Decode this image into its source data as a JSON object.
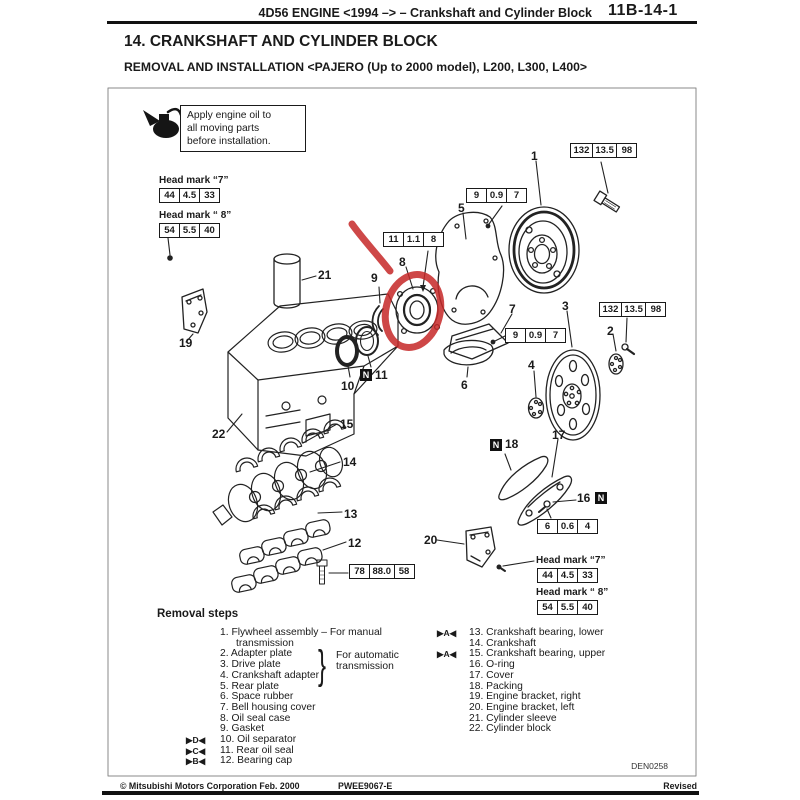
{
  "header": {
    "title": "4D56 ENGINE <1994 –> – Crankshaft and Cylinder Block",
    "page_code": "11B-14-1"
  },
  "titles": {
    "section": "14. CRANKSHAFT AND CYLINDER BLOCK",
    "subtitle": "REMOVAL AND INSTALLATION <PAJERO (Up to 2000 model), L200, L300, L400>"
  },
  "note": {
    "line1": "Apply engine oil to",
    "line2": "all moving parts",
    "line3": "before installation."
  },
  "head_marks": {
    "mark7_label": "Head mark “7”",
    "mark7": [
      "44",
      "4.5",
      "33"
    ],
    "mark8_label": "Head mark “ 8”",
    "mark8": [
      "54",
      "5.5",
      "40"
    ]
  },
  "torque": {
    "tq1": [
      "132",
      "13.5",
      "98"
    ],
    "tq2": [
      "9",
      "0.9",
      "7"
    ],
    "tq3": [
      "11",
      "1.1",
      "8"
    ],
    "tq4": [
      "132",
      "13.5",
      "98"
    ],
    "tq5": [
      "9",
      "0.9",
      "7"
    ],
    "tq6": [
      "6",
      "0.6",
      "4"
    ],
    "tq7": [
      "78",
      "88.0",
      "58"
    ]
  },
  "badge_n": "N",
  "callouts": {
    "p1": "1",
    "p2": "2",
    "p3": "3",
    "p4": "4",
    "p5": "5",
    "p6": "6",
    "p7": "7",
    "p8": "8",
    "p9": "9",
    "p10": "10",
    "p11": "11",
    "p12": "12",
    "p13": "13",
    "p14": "14",
    "p15": "15",
    "p16": "16",
    "p17": "17",
    "p18": "18",
    "p19": "19",
    "p20": "20",
    "p21": "21",
    "p22": "22"
  },
  "removal": {
    "heading": "Removal steps",
    "brace": "}",
    "auto_note1": "For automatic",
    "auto_note2": "transmission",
    "left": [
      {
        "m": "",
        "t": "1. Flywheel assembly – For manual"
      },
      {
        "m": "",
        "t": "transmission"
      },
      {
        "m": "",
        "t": "2. Adapter plate"
      },
      {
        "m": "",
        "t": "3. Drive plate"
      },
      {
        "m": "",
        "t": "4. Crankshaft adapter"
      },
      {
        "m": "",
        "t": "5. Rear plate"
      },
      {
        "m": "",
        "t": "6. Space rubber"
      },
      {
        "m": "",
        "t": "7. Bell housing cover"
      },
      {
        "m": "",
        "t": "8. Oil seal case"
      },
      {
        "m": "",
        "t": "9. Gasket"
      },
      {
        "m": "▶D◀",
        "t": "10. Oil separator"
      },
      {
        "m": "▶C◀",
        "t": "11. Rear oil seal"
      },
      {
        "m": "▶B◀",
        "t": "12. Bearing cap"
      }
    ],
    "right": [
      {
        "m": "▶A◀",
        "t": "13. Crankshaft bearing, lower"
      },
      {
        "m": "",
        "t": "14. Crankshaft"
      },
      {
        "m": "▶A◀",
        "t": "15. Crankshaft bearing, upper"
      },
      {
        "m": "",
        "t": "16. O-ring"
      },
      {
        "m": "",
        "t": "17. Cover"
      },
      {
        "m": "",
        "t": "18. Packing"
      },
      {
        "m": "",
        "t": "19. Engine bracket, right"
      },
      {
        "m": "",
        "t": "20. Engine bracket, left"
      },
      {
        "m": "",
        "t": "21. Cylinder sleeve"
      },
      {
        "m": "",
        "t": "22. Cylinder block"
      }
    ]
  },
  "footer": {
    "figure_code": "DEN0258",
    "copyright": "© Mitsubishi Motors Corporation  Feb. 2000",
    "doc_code": "PWEE9067-E",
    "revised": "Revised"
  }
}
